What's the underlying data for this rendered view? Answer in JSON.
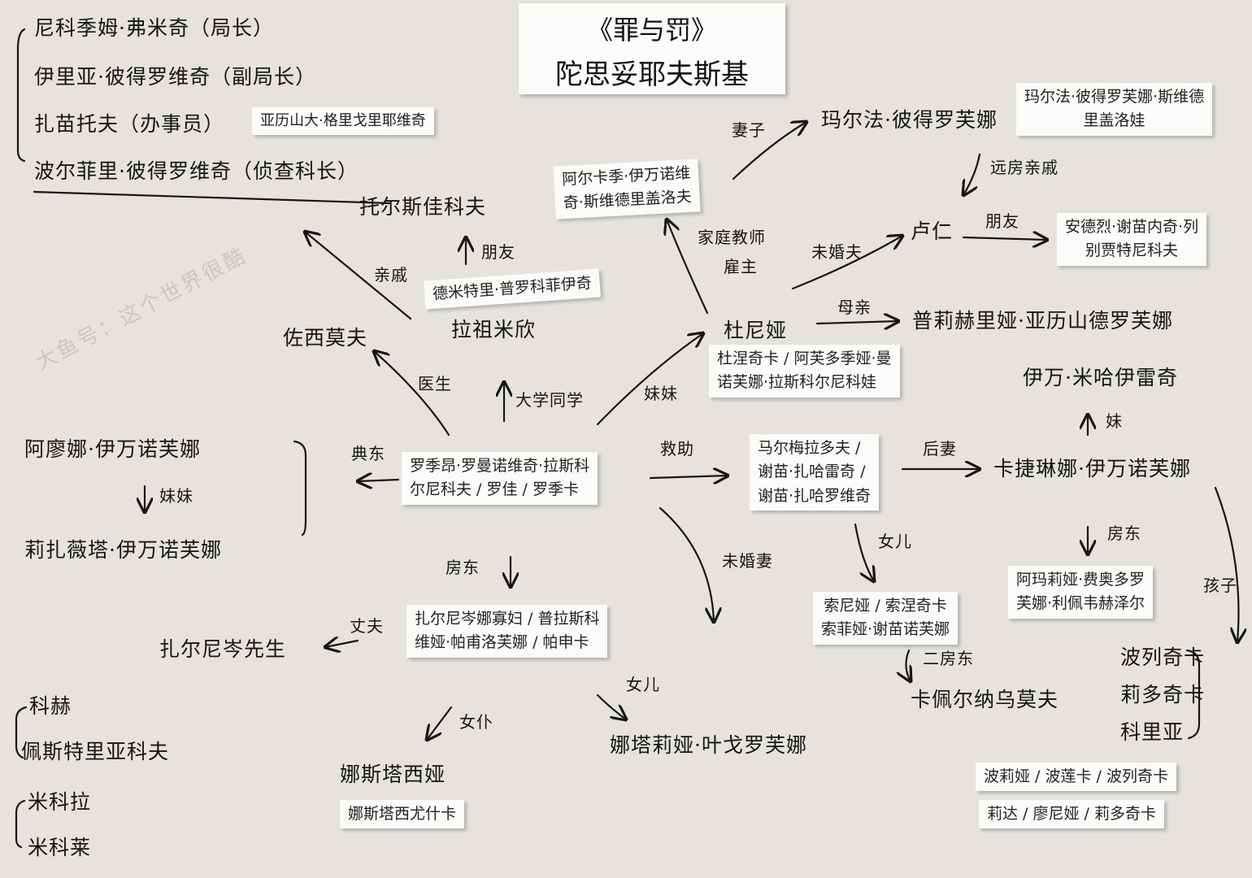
{
  "title": {
    "line1": "《罪与罚》",
    "line2": "陀思妥耶夫斯基"
  },
  "police": [
    "尼科季姆·弗米奇（局长）",
    "伊里亚·彼得罗维奇（副局长）",
    "扎苗托夫（办事员）",
    "波尔菲里·彼得罗维奇（侦查科长）"
  ],
  "zamyotov_full": "亚历山大·格里戈里耶维奇",
  "nodes": {
    "raskolnikov": [
      "罗季昂·罗曼诺维奇·拉斯科",
      "尔尼科夫 / 罗佳 / 罗季卡"
    ],
    "dunya_short": "杜尼娅",
    "dunya": [
      "杜涅奇卡 / 阿芙多季娅·曼",
      "诺芙娜·拉斯科尔尼科娃"
    ],
    "pulkheria": "普莉赫里娅·亚历山德罗芙娜",
    "marmeladov": [
      "马尔梅拉多夫 /",
      "谢苗·扎哈雷奇 /",
      "谢苗·扎哈罗维奇"
    ],
    "katerina": "卡捷琳娜·伊万诺芙娜",
    "ivan": "伊万·米哈伊雷奇",
    "amalia": [
      "阿玛莉娅·费奥多罗",
      "芙娜·利佩韦赫泽尔"
    ],
    "sonya": [
      "索尼娅 / 索涅奇卡",
      "索菲娅·谢苗诺芙娜"
    ],
    "kapernaumov": "卡佩尔纳乌莫夫",
    "children": [
      "波列奇卡",
      "莉多奇卡",
      "科里亚"
    ],
    "children_names": [
      "波莉娅 / 波莲卡 / 波列奇卡",
      "莉达 / 廖尼娅 / 莉多奇卡"
    ],
    "zarnitsyna": [
      "扎尔尼岑娜寡妇 / 普拉斯科",
      "维娅·帕甫洛芙娜 / 帕申卡"
    ],
    "mr_zarnitsyn": "扎尔尼岑先生",
    "nastasya": "娜斯塔西娅",
    "nastasya_full": "娜斯塔西尤什卡",
    "natalya": "娜塔莉娅·叶戈罗芙娜",
    "alyona": "阿廖娜·伊万诺芙娜",
    "lizaveta": "莉扎薇塔·伊万诺芙娜",
    "razumikhin": "拉祖米欣",
    "dmitri": "德米特里·普罗科菲伊奇",
    "zosimov": "佐西莫夫",
    "zossimov_relative": "托尔斯佳科夫",
    "svidrigailov": [
      "阿尔卡季·伊万诺维",
      "奇·斯维德里盖洛夫"
    ],
    "marfa_short": "玛尔法·彼得罗芙娜",
    "marfa_full": [
      "玛尔法·彼得罗芙娜·斯维德",
      "里盖洛娃"
    ],
    "luzhin": "卢仁",
    "lebezyatnikov": [
      "安德烈·谢苗内奇·列",
      "别贾特尼科夫"
    ],
    "kokh": "科赫",
    "pestryakov": "佩斯特里亚科夫",
    "mikolai": "米科拉",
    "mitrei": "米科莱"
  },
  "relations": {
    "wife": "妻子",
    "distant_relative": "远房亲戚",
    "tutor_employer": [
      "家庭教师",
      "雇主"
    ],
    "fiance": "未婚夫",
    "friend": "朋友",
    "friend2": "朋友",
    "relative": "亲戚",
    "doctor": "医生",
    "classmate": "大学同学",
    "sister": "妹妹",
    "mother": "母亲",
    "pawn": "典东",
    "younger_sister": "妹妹",
    "help": "救助",
    "second_wife": "后妻",
    "sister_in_law": "妹",
    "landlord": "房东",
    "landlord2": "房东",
    "daughter": "女儿",
    "second_landlord": "二房东",
    "kids": "孩子",
    "fiancee": "未婚妻",
    "husband": "丈夫",
    "maid": "女仆",
    "daughter2": "女儿"
  },
  "watermark": "大鱼号：这个世界很酷"
}
